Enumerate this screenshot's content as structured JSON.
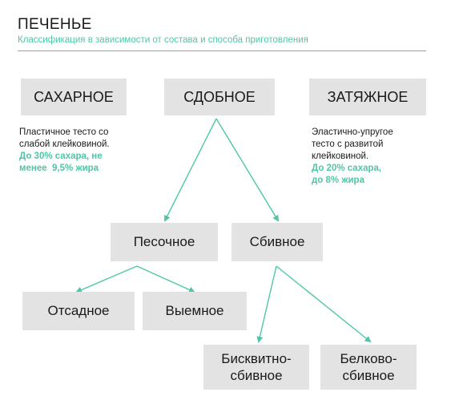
{
  "header": {
    "title": "ПЕЧЕНЬЕ",
    "subtitle": "Классификация в зависимости от состава и способа приготовления"
  },
  "nodes": {
    "sugar": "САХАРНОЕ",
    "rich": "СДОБНОЕ",
    "tough": "ЗАТЯЖНОЕ",
    "shortbread": "Песочное",
    "whipped": "Сбивное",
    "piped": "Отсадное",
    "cut": "Выемное",
    "sponge_line1": "Бисквитно-",
    "sponge_line2": "сбивное",
    "protein_line1": "Белково-",
    "protein_line2": "сбивное"
  },
  "descriptions": {
    "sugar": {
      "line1": "Пластичное тесто со",
      "line2": "слабой клейковиной.",
      "hl1": "До 30% сахара, не",
      "hl2": "менее  9,5% жира"
    },
    "tough": {
      "line1": "Эластично-упругое",
      "line2": "тесто с развитой",
      "line3": "клейковиной.",
      "hl1": "До 20% сахара,",
      "hl2": "до 8% жира"
    }
  },
  "colors": {
    "accent": "#4fc6a8",
    "box": "#e3e3e3",
    "text": "#1a1a1a"
  }
}
